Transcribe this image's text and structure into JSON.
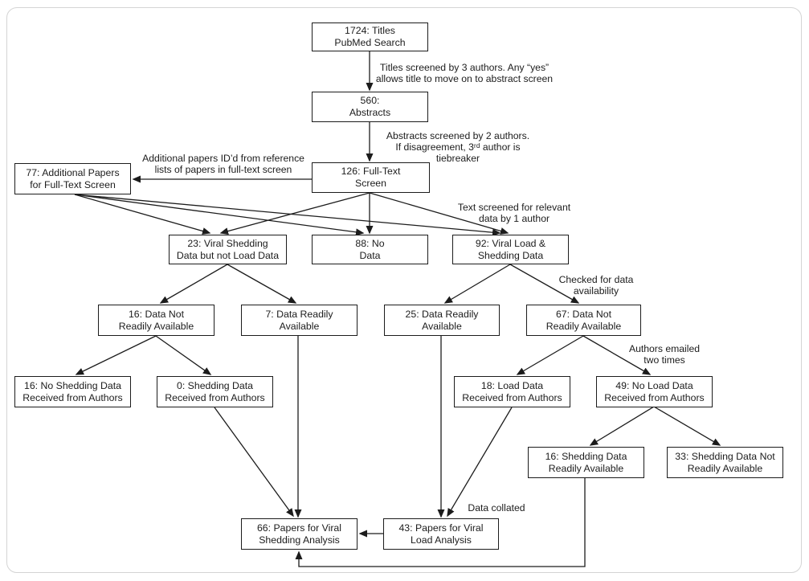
{
  "diagram": {
    "type": "flowchart",
    "description_colors": {
      "line": "#1c1c1c",
      "box_border": "#1c1c1c",
      "text": "#1c1c1c",
      "background": "#ffffff",
      "frame_border": "#d4d4d4"
    },
    "nodes": [
      {
        "id": "titles",
        "label": "1724: Titles\nPubMed Search"
      },
      {
        "id": "abstracts",
        "label": "560:\nAbstracts"
      },
      {
        "id": "full_text_screen",
        "label": "126: Full-Text\nScreen"
      },
      {
        "id": "additional_papers",
        "label": "77: Additional Papers\nfor Full-Text Screen"
      },
      {
        "id": "shedding_not_load",
        "label": "23: Viral Shedding\nData but not Load Data"
      },
      {
        "id": "no_data",
        "label": "88: No\nData"
      },
      {
        "id": "load_and_shedding",
        "label": "92: Viral Load &\nShedding Data"
      },
      {
        "id": "data_not_readily_16",
        "label": "16: Data Not\nReadily Available"
      },
      {
        "id": "data_readily_7",
        "label": "7: Data Readily\nAvailable"
      },
      {
        "id": "data_readily_25",
        "label": "25: Data Readily\nAvailable"
      },
      {
        "id": "data_not_readily_67",
        "label": "67: Data Not\nReadily Available"
      },
      {
        "id": "no_shedding_received_16",
        "label": "16: No Shedding Data\nReceived from Authors"
      },
      {
        "id": "shedding_received_0",
        "label": "0: Shedding Data\nReceived from Authors"
      },
      {
        "id": "load_received_18",
        "label": "18: Load Data\nReceived from Authors"
      },
      {
        "id": "no_load_received_49",
        "label": "49: No Load Data\nReceived from Authors"
      },
      {
        "id": "shedding_readily_16",
        "label": "16: Shedding Data\nReadily Available"
      },
      {
        "id": "shedding_not_readily_33",
        "label": "33: Shedding Data Not\nReadily Available"
      },
      {
        "id": "shedding_analysis_66",
        "label": "66: Papers for Viral\nShedding Analysis"
      },
      {
        "id": "load_analysis_43",
        "label": "43: Papers for Viral\nLoad Analysis"
      }
    ],
    "annotations": [
      {
        "id": "titles_screen_note",
        "text": "Titles screened by 3 authors. Any “yes”\nallows title to move on to abstract screen"
      },
      {
        "id": "abstract_screen_note",
        "text": "Abstracts screened by 2 authors.\nIf disagreement, 3ʳᵈ author is\ntiebreaker"
      },
      {
        "id": "additional_papers_note",
        "text": "Additional papers ID’d from reference\nlists of papers in full-text screen"
      },
      {
        "id": "text_screen_note",
        "text": "Text screened for relevant\ndata by 1 author"
      },
      {
        "id": "availability_note",
        "text": "Checked for data\navailability"
      },
      {
        "id": "emailed_note",
        "text": "Authors emailed\ntwo times"
      },
      {
        "id": "collated_note",
        "text": "Data collated"
      }
    ],
    "edges": [
      {
        "from": "titles",
        "to": "abstracts"
      },
      {
        "from": "abstracts",
        "to": "full_text_screen"
      },
      {
        "from": "full_text_screen",
        "to": "additional_papers"
      },
      {
        "from": "full_text_screen",
        "to": "shedding_not_load"
      },
      {
        "from": "full_text_screen",
        "to": "no_data"
      },
      {
        "from": "full_text_screen",
        "to": "load_and_shedding"
      },
      {
        "from": "additional_papers",
        "to": "shedding_not_load"
      },
      {
        "from": "additional_papers",
        "to": "no_data"
      },
      {
        "from": "additional_papers",
        "to": "load_and_shedding"
      },
      {
        "from": "shedding_not_load",
        "to": "data_not_readily_16"
      },
      {
        "from": "shedding_not_load",
        "to": "data_readily_7"
      },
      {
        "from": "load_and_shedding",
        "to": "data_readily_25"
      },
      {
        "from": "load_and_shedding",
        "to": "data_not_readily_67"
      },
      {
        "from": "data_not_readily_16",
        "to": "no_shedding_received_16"
      },
      {
        "from": "data_not_readily_16",
        "to": "shedding_received_0"
      },
      {
        "from": "data_not_readily_67",
        "to": "load_received_18"
      },
      {
        "from": "data_not_readily_67",
        "to": "no_load_received_49"
      },
      {
        "from": "no_load_received_49",
        "to": "shedding_readily_16"
      },
      {
        "from": "no_load_received_49",
        "to": "shedding_not_readily_33"
      },
      {
        "from": "data_readily_7",
        "to": "shedding_analysis_66"
      },
      {
        "from": "shedding_received_0",
        "to": "shedding_analysis_66"
      },
      {
        "from": "data_readily_25",
        "to": "load_analysis_43"
      },
      {
        "from": "load_received_18",
        "to": "load_analysis_43"
      },
      {
        "from": "load_analysis_43",
        "to": "shedding_analysis_66"
      },
      {
        "from": "shedding_readily_16",
        "to": "shedding_analysis_66"
      }
    ]
  }
}
